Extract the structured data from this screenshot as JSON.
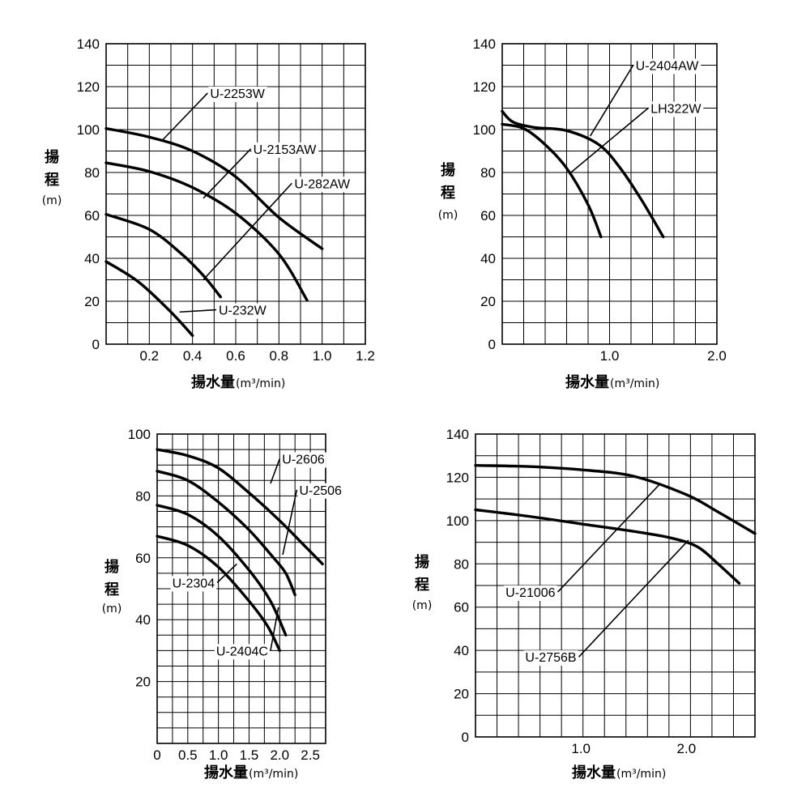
{
  "chart_data": [
    {
      "type": "line",
      "xlabel": "揚水量",
      "xunit": "(m³/min)",
      "ylabel": [
        "揚",
        "程"
      ],
      "yunit": "(m)",
      "xlim": [
        0,
        1.2
      ],
      "ylim": [
        0,
        140
      ],
      "xticks": [
        {
          "v": 0.2,
          "label": "0.2"
        },
        {
          "v": 0.4,
          "label": "0.4"
        },
        {
          "v": 0.6,
          "label": "0.6"
        },
        {
          "v": 0.8,
          "label": "0.8"
        },
        {
          "v": 1.0,
          "label": "1.0"
        },
        {
          "v": 1.2,
          "label": "1.2"
        }
      ],
      "yticks": [
        {
          "v": 0,
          "label": "0"
        },
        {
          "v": 20,
          "label": "20"
        },
        {
          "v": 40,
          "label": "40"
        },
        {
          "v": 60,
          "label": "60"
        },
        {
          "v": 80,
          "label": "80"
        },
        {
          "v": 100,
          "label": "100"
        },
        {
          "v": 120,
          "label": "120"
        },
        {
          "v": 140,
          "label": "140"
        }
      ],
      "grid": true,
      "series": [
        {
          "name": "U-2253W",
          "points": [
            [
              0,
              100.5
            ],
            [
              0.2,
              96.5
            ],
            [
              0.4,
              90
            ],
            [
              0.6,
              78
            ],
            [
              0.8,
              59
            ],
            [
              1.0,
              44.5
            ]
          ],
          "leader": [
            [
              0.26,
              95
            ],
            [
              0.47,
              117
            ]
          ]
        },
        {
          "name": "U-2153AW",
          "points": [
            [
              0,
              84.5
            ],
            [
              0.2,
              80.5
            ],
            [
              0.4,
              73
            ],
            [
              0.6,
              61
            ],
            [
              0.8,
              42
            ],
            [
              0.93,
              20.5
            ]
          ],
          "leader": [
            [
              0.45,
              68
            ],
            [
              0.67,
              91
            ]
          ]
        },
        {
          "name": "U-282AW",
          "points": [
            [
              0,
              60.5
            ],
            [
              0.2,
              53.5
            ],
            [
              0.35,
              42
            ],
            [
              0.45,
              32
            ],
            [
              0.53,
              22
            ]
          ],
          "leader": [
            [
              0.45,
              30
            ],
            [
              0.86,
              75
            ]
          ]
        },
        {
          "name": "U-232W",
          "points": [
            [
              0,
              38.5
            ],
            [
              0.15,
              29
            ],
            [
              0.3,
              15
            ],
            [
              0.4,
              4
            ]
          ],
          "leader": [
            [
              0.34,
              15
            ],
            [
              0.51,
              16
            ]
          ]
        }
      ]
    },
    {
      "type": "line",
      "xlabel": "揚水量",
      "xunit": "(m³/min)",
      "ylabel": [
        "揚",
        "程"
      ],
      "yunit": "(m)",
      "xlim": [
        0,
        2.0
      ],
      "ylim": [
        0,
        140
      ],
      "xticks": [
        {
          "v": 1.0,
          "label": "1.0"
        },
        {
          "v": 2.0,
          "label": "2.0"
        }
      ],
      "yticks": [
        {
          "v": 0,
          "label": "0"
        },
        {
          "v": 20,
          "label": "20"
        },
        {
          "v": 40,
          "label": "40"
        },
        {
          "v": 60,
          "label": "60"
        },
        {
          "v": 80,
          "label": "80"
        },
        {
          "v": 100,
          "label": "100"
        },
        {
          "v": 120,
          "label": "120"
        },
        {
          "v": 140,
          "label": "140"
        }
      ],
      "grid": true,
      "series": [
        {
          "name": "U-2404AW",
          "points": [
            [
              0,
              108.5
            ],
            [
              0.1,
              103.5
            ],
            [
              0.3,
              101
            ],
            [
              0.6,
              99.5
            ],
            [
              0.9,
              93
            ],
            [
              1.1,
              82
            ],
            [
              1.3,
              67
            ],
            [
              1.5,
              50
            ]
          ],
          "leader": [
            [
              0.82,
              97
            ],
            [
              1.22,
              130
            ]
          ]
        },
        {
          "name": "LH322W",
          "points": [
            [
              0,
              102.5
            ],
            [
              0.2,
              100.5
            ],
            [
              0.4,
              93
            ],
            [
              0.6,
              82
            ],
            [
              0.8,
              65
            ],
            [
              0.92,
              50
            ]
          ],
          "leader": [
            [
              0.64,
              80
            ],
            [
              1.36,
              110
            ]
          ]
        }
      ]
    },
    {
      "type": "line",
      "xlabel": "揚水量",
      "xunit": "(m³/min)",
      "ylabel": [
        "揚",
        "程"
      ],
      "yunit": "(m)",
      "xlim": [
        0,
        2.75
      ],
      "ylim": [
        0,
        100
      ],
      "xticks": [
        {
          "v": 0,
          "label": "0"
        },
        {
          "v": 0.5,
          "label": "0.5"
        },
        {
          "v": 1.0,
          "label": "1.0"
        },
        {
          "v": 1.5,
          "label": "1.5"
        },
        {
          "v": 2.0,
          "label": "2.0"
        },
        {
          "v": 2.5,
          "label": "2.5"
        }
      ],
      "yticks": [
        {
          "v": 20,
          "label": "20"
        },
        {
          "v": 40,
          "label": "40"
        },
        {
          "v": 60,
          "label": "60"
        },
        {
          "v": 80,
          "label": "80"
        },
        {
          "v": 100,
          "label": "100"
        }
      ],
      "grid": true,
      "series": [
        {
          "name": "U-2606",
          "points": [
            [
              0,
              95
            ],
            [
              0.5,
              93
            ],
            [
              1.0,
              89
            ],
            [
              1.5,
              81
            ],
            [
              2.0,
              72
            ],
            [
              2.4,
              64
            ],
            [
              2.7,
              58
            ]
          ],
          "leader": [
            [
              1.85,
              84
            ],
            [
              2.0,
              92
            ]
          ]
        },
        {
          "name": "U-2506",
          "points": [
            [
              0,
              88
            ],
            [
              0.5,
              85
            ],
            [
              1.0,
              78
            ],
            [
              1.5,
              69
            ],
            [
              1.9,
              60
            ],
            [
              2.1,
              55
            ],
            [
              2.25,
              48
            ]
          ],
          "leader": [
            [
              2.05,
              61
            ],
            [
              2.28,
              82
            ]
          ]
        },
        {
          "name": "U-2304",
          "points": [
            [
              0,
              77
            ],
            [
              0.5,
              74
            ],
            [
              1.0,
              67
            ],
            [
              1.5,
              56
            ],
            [
              1.85,
              46
            ],
            [
              2.1,
              35
            ]
          ],
          "leader": [
            [
              1.3,
              58
            ],
            [
              0.98,
              52
            ]
          ]
        },
        {
          "name": "U-2404C",
          "points": [
            [
              0,
              67
            ],
            [
              0.5,
              64
            ],
            [
              1.0,
              57
            ],
            [
              1.5,
              46
            ],
            [
              1.8,
              38
            ],
            [
              2.0,
              30
            ]
          ],
          "leader": [
            [
              1.98,
              44
            ],
            [
              1.85,
              30
            ]
          ]
        }
      ]
    },
    {
      "type": "line",
      "xlabel": "揚水量",
      "xunit": "(m³/min)",
      "ylabel": [
        "揚",
        "程"
      ],
      "yunit": "(m)",
      "xlim": [
        0,
        2.65
      ],
      "ylim": [
        0,
        140
      ],
      "xticks": [
        {
          "v": 1.0,
          "label": "1.0"
        },
        {
          "v": 2.0,
          "label": "2.0"
        }
      ],
      "yticks": [
        {
          "v": 0,
          "label": "0"
        },
        {
          "v": 20,
          "label": "20"
        },
        {
          "v": 40,
          "label": "40"
        },
        {
          "v": 60,
          "label": "60"
        },
        {
          "v": 80,
          "label": "80"
        },
        {
          "v": 100,
          "label": "100"
        },
        {
          "v": 120,
          "label": "120"
        },
        {
          "v": 140,
          "label": "140"
        }
      ],
      "grid": true,
      "series": [
        {
          "name": "U-21006",
          "points": [
            [
              0,
              125.5
            ],
            [
              0.5,
              125
            ],
            [
              1.0,
              123.5
            ],
            [
              1.5,
              120.5
            ],
            [
              2.0,
              112
            ],
            [
              2.3,
              104
            ],
            [
              2.65,
              94
            ]
          ],
          "leader": [
            [
              1.75,
              117
            ],
            [
              0.78,
              67
            ]
          ]
        },
        {
          "name": "U-2756B",
          "points": [
            [
              0,
              105
            ],
            [
              0.5,
              102
            ],
            [
              1.0,
              98.5
            ],
            [
              1.5,
              95
            ],
            [
              1.85,
              92
            ],
            [
              2.1,
              88
            ],
            [
              2.3,
              80
            ],
            [
              2.5,
              71
            ]
          ],
          "leader": [
            [
              2.02,
              91
            ],
            [
              0.98,
              37
            ]
          ]
        }
      ]
    }
  ]
}
